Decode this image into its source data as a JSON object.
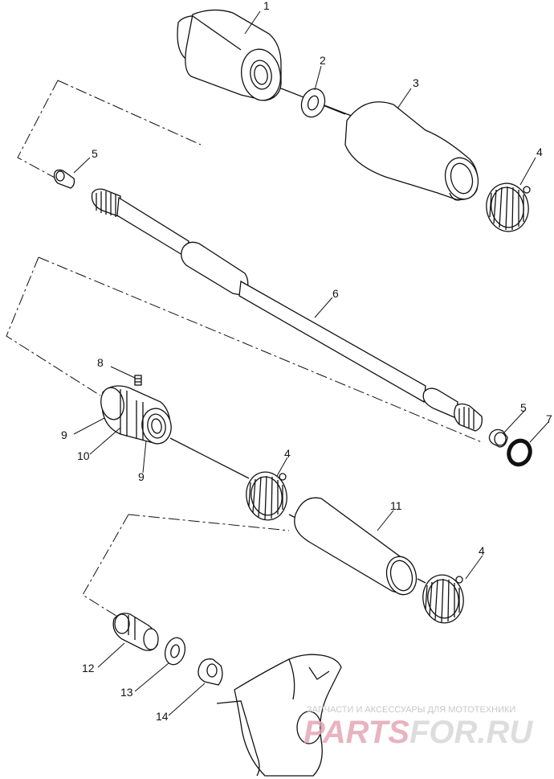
{
  "diagram": {
    "callouts": [
      {
        "id": "c1",
        "text": "1"
      },
      {
        "id": "c2",
        "text": "2"
      },
      {
        "id": "c3",
        "text": "3"
      },
      {
        "id": "c4a",
        "text": "4"
      },
      {
        "id": "c5a",
        "text": "5"
      },
      {
        "id": "c6",
        "text": "6"
      },
      {
        "id": "c5b",
        "text": "5"
      },
      {
        "id": "c7",
        "text": "7"
      },
      {
        "id": "c8",
        "text": "8"
      },
      {
        "id": "c9a",
        "text": "9"
      },
      {
        "id": "c10",
        "text": "10"
      },
      {
        "id": "c9b",
        "text": "9"
      },
      {
        "id": "c4b",
        "text": "4"
      },
      {
        "id": "c11",
        "text": "11"
      },
      {
        "id": "c4c",
        "text": "4"
      },
      {
        "id": "c12",
        "text": "12"
      },
      {
        "id": "c13",
        "text": "13"
      },
      {
        "id": "c14",
        "text": "14"
      }
    ]
  },
  "watermark": {
    "line1": "ЗАПЧАСТИ И АКСЕССУАРЫ ДЛЯ МОТОТЕХНИКИ",
    "brand_part1": "PARTS",
    "brand_part2": "FOR.RU"
  },
  "colors": {
    "line": "#111111",
    "background": "#ffffff",
    "watermark_accent": "#e3a7b6"
  }
}
